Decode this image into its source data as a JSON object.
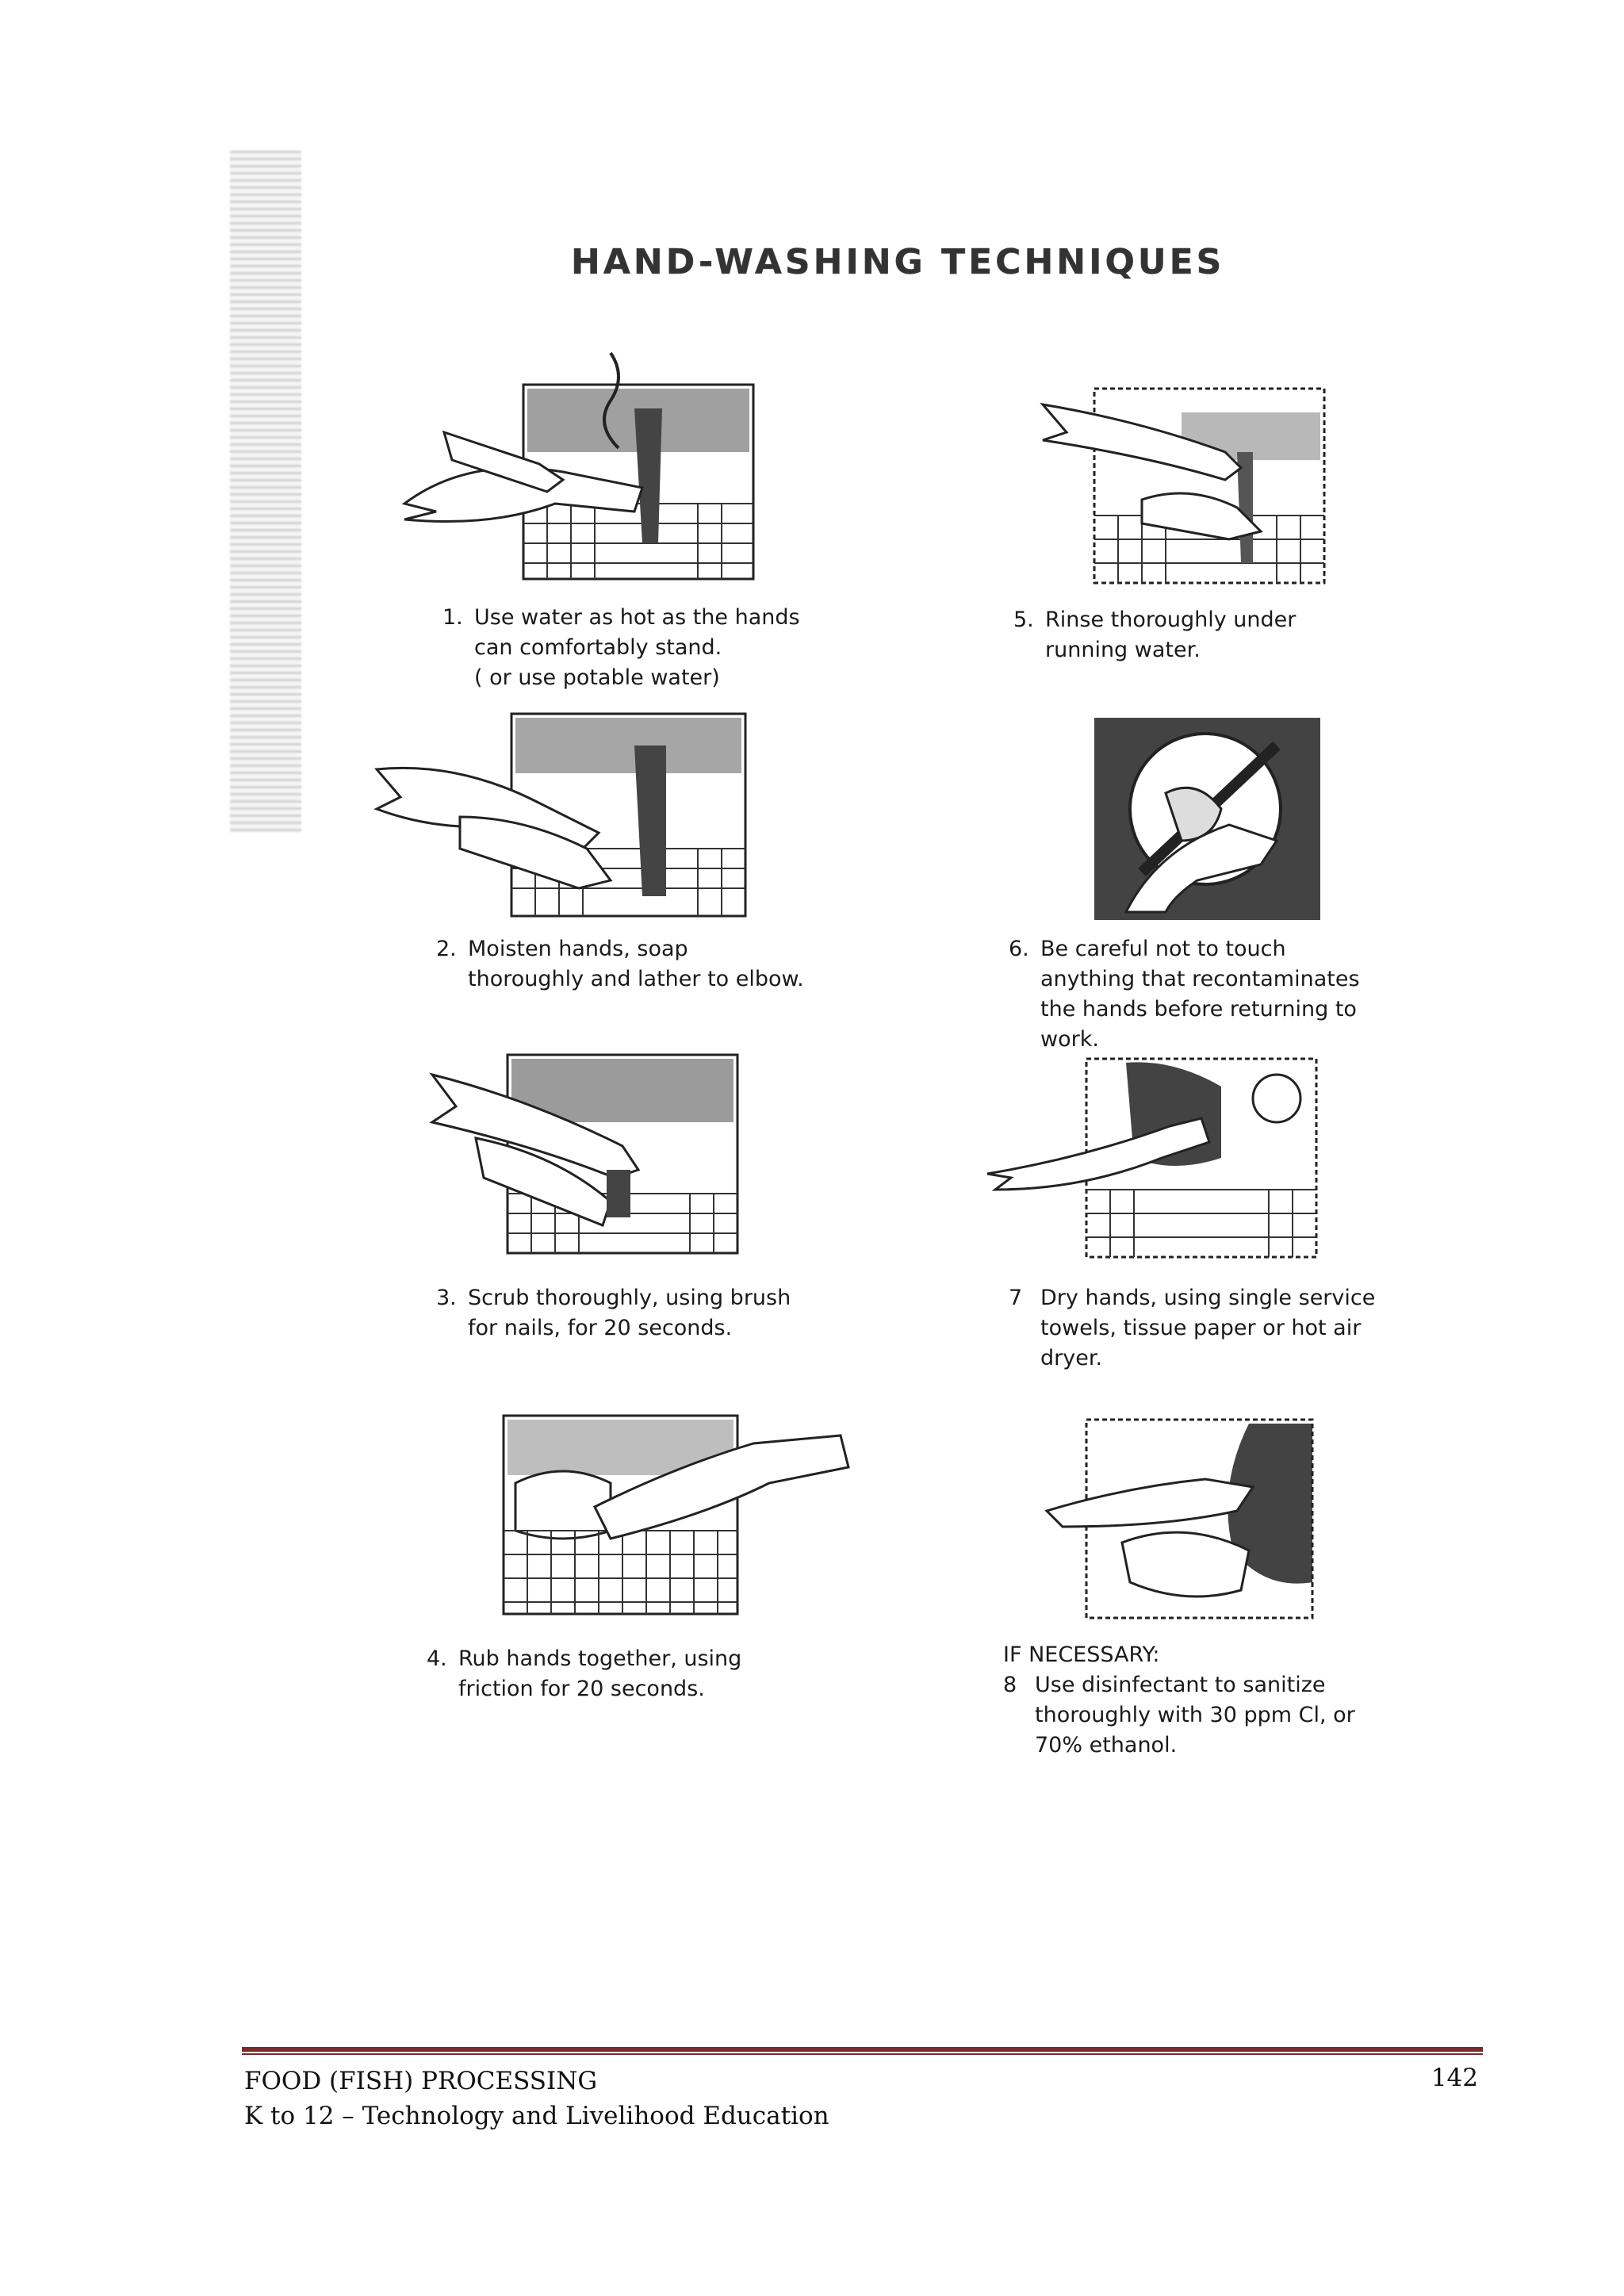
{
  "document": {
    "title": "HAND-WASHING TECHNIQUES",
    "steps": [
      {
        "number": "1.",
        "lines": [
          "Use water as hot as the hands",
          "can comfortably stand.",
          "( or use potable water)"
        ]
      },
      {
        "number": "2.",
        "lines": [
          "Moisten hands, soap",
          "thoroughly and lather to elbow."
        ]
      },
      {
        "number": "3.",
        "lines": [
          "Scrub thoroughly, using brush",
          "for nails, for 20 seconds."
        ]
      },
      {
        "number": "4.",
        "lines": [
          "Rub hands together, using",
          "friction for 20 seconds."
        ]
      },
      {
        "number": "5.",
        "lines": [
          "Rinse  thoroughly  under",
          "running water."
        ]
      },
      {
        "number": "6.",
        "lines": [
          "Be  careful  not  to  touch",
          "anything that recontaminates",
          "the hands before returning to",
          "work."
        ]
      },
      {
        "number": "7",
        "lines": [
          "Dry hands, using single service",
          "towels, tissue paper or hot air",
          "dryer."
        ]
      },
      {
        "heading": "IF NECESSARY:",
        "number": "8",
        "lines": [
          "Use disinfectant to sanitize",
          "thoroughly with 30 ppm Cl, or",
          "70% ethanol."
        ]
      }
    ]
  },
  "footer": {
    "course": "FOOD (FISH) PROCESSING",
    "program": "K to 12 – Technology and Livelihood Education",
    "page_number": "142",
    "rule_color": "#7a2a2a"
  }
}
